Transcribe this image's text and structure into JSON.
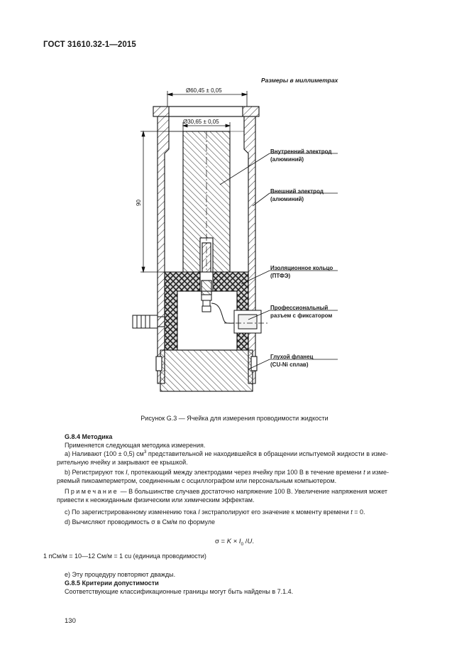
{
  "header": {
    "standard_code": "ГОСТ 31610.32-1—2015"
  },
  "figure": {
    "units_note": "Размеры в миллиметрах",
    "dim_outer": "Ø60,45 ± 0,05",
    "dim_inner": "Ø30,65 ± 0,05",
    "dim_height": "90",
    "callouts": {
      "inner_electrode_1": "Внутренний электрод",
      "inner_electrode_2": "(алюминий)",
      "outer_electrode_1": "Внешний электрод",
      "outer_electrode_2": "(алюминий)",
      "insulating_ring_1": "Изоляционное кольцо",
      "insulating_ring_2": "(ПТФЭ)",
      "connector_1": "Профессиональный",
      "connector_2": "разъем с фиксатором",
      "flange_1": "Глухой фланец",
      "flange_2": "(CU-Ni сплав)"
    },
    "caption": "Рисунок G.3 — Ячейка для измерения проводимости жидкости"
  },
  "section_g84": {
    "heading": "G.8.4 Методика",
    "intro": "Применяется следующая методика измерения.",
    "item_a_before": "a) Наливают (100 ± 0,5) см",
    "item_a_sup": "3",
    "item_a_after_line1": " представительной не находившейся в обращении испытуемой жидкости в изме-",
    "item_a_line2": "рительную ячейку и закрывают ее крышкой.",
    "item_b_line1_p1": "b) Регистрируют ток ",
    "item_b_line1_I": "I",
    "item_b_line1_p2": ", протекающий между электродами через ячейку при 100 В в течение времени ",
    "item_b_line1_t": "t",
    "item_b_line1_p3": " и изме-",
    "item_b_line2": "ряемый пикоамперметром, соединенным с осциллографом или персональным компьютером.",
    "note_lead": "Примечание",
    "note_line1": " — В большинстве случаев достаточно напряжение 100 В. Увеличение напряжения может",
    "note_line2": "привести к неожиданным физическим или химическим эффектам.",
    "item_c_p1": "c) По зарегистрированному изменению тока ",
    "item_c_I": "I",
    "item_c_p2": " экстраполируют его значение к моменту времени ",
    "item_c_t": "t",
    "item_c_p3": " = 0.",
    "item_d": "d) Вычисляют проводимость σ в См/м по формуле",
    "formula_p1": "σ = ",
    "formula_K": "K",
    "formula_p2": " × ",
    "formula_I": "I",
    "formula_sub": "0",
    "formula_p3": " /",
    "formula_U": "U",
    "formula_p4": ".",
    "unit_line": "1 пСм/м = 10—12 См/м = 1 cu (единица проводимости)",
    "item_e": "e) Эту процедуру повторяют дважды."
  },
  "section_g85": {
    "heading": "G.8.5 Критерии допустимости",
    "text": "Соответствующие классификационные границы могут быть найдены в 7.1.4."
  },
  "page_number": "130"
}
